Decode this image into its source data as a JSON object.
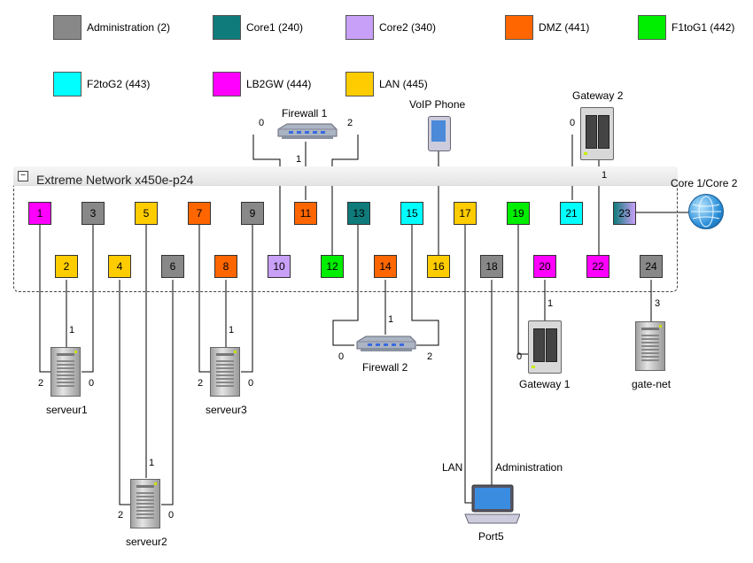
{
  "legend": [
    {
      "label": "Administration (2)",
      "color": "#888888"
    },
    {
      "label": "Core1 (240)",
      "color": "#0f7b7b"
    },
    {
      "label": "Core2 (340)",
      "color": "#c9a0f8"
    },
    {
      "label": "DMZ (441)",
      "color": "#ff6600"
    },
    {
      "label": "F1toG1 (442)",
      "color": "#00ee00"
    },
    {
      "label": "F2toG2 (443)",
      "color": "#00ffff"
    },
    {
      "label": "LB2GW (444)",
      "color": "#ff00ff"
    },
    {
      "label": "LAN (445)",
      "color": "#ffcc00"
    }
  ],
  "switch": {
    "title": "Extreme Network x450e-p24",
    "collapse_symbol": "−",
    "ports": [
      {
        "n": "1",
        "color": "#ff00ff"
      },
      {
        "n": "2",
        "color": "#ffcc00"
      },
      {
        "n": "3",
        "color": "#888888"
      },
      {
        "n": "4",
        "color": "#ffcc00"
      },
      {
        "n": "5",
        "color": "#ffcc00"
      },
      {
        "n": "6",
        "color": "#888888"
      },
      {
        "n": "7",
        "color": "#ff6600"
      },
      {
        "n": "8",
        "color": "#ff6600"
      },
      {
        "n": "9",
        "color": "#888888"
      },
      {
        "n": "10",
        "color": "#c9a0f8"
      },
      {
        "n": "11",
        "color": "#ff6600"
      },
      {
        "n": "12",
        "color": "#00ee00"
      },
      {
        "n": "13",
        "color": "#0f7b7b"
      },
      {
        "n": "14",
        "color": "#ff6600"
      },
      {
        "n": "15",
        "color": "#00ffff"
      },
      {
        "n": "16",
        "color": "#ffcc00"
      },
      {
        "n": "17",
        "color": "#ffcc00"
      },
      {
        "n": "18",
        "color": "#888888"
      },
      {
        "n": "19",
        "color": "#00ee00"
      },
      {
        "n": "20",
        "color": "#ff00ff"
      },
      {
        "n": "21",
        "color": "#00ffff"
      },
      {
        "n": "22",
        "color": "#ff00ff"
      },
      {
        "n": "23",
        "color": "#0f7b7b",
        "color2": "#c9a0f8"
      },
      {
        "n": "24",
        "color": "#888888"
      }
    ]
  },
  "devices": {
    "firewall1": {
      "label": "Firewall 1",
      "ports": [
        "0",
        "1",
        "2"
      ]
    },
    "firewall2": {
      "label": "Firewall 2",
      "ports": [
        "0",
        "1",
        "2"
      ]
    },
    "voip": {
      "label": "VoIP Phone"
    },
    "gateway2": {
      "label": "Gateway 2",
      "ports": [
        "0",
        "1"
      ]
    },
    "gateway1": {
      "label": "Gateway 1",
      "ports": [
        "0",
        "1"
      ]
    },
    "core": {
      "label": "Core 1/Core 2"
    },
    "serveur1": {
      "label": "serveur1",
      "ports": [
        "1",
        "2",
        "0"
      ]
    },
    "serveur2": {
      "label": "serveur2",
      "ports": [
        "1",
        "2",
        "0"
      ]
    },
    "serveur3": {
      "label": "serveur3",
      "ports": [
        "1",
        "2",
        "0"
      ]
    },
    "gatenet": {
      "label": "gate-net",
      "ports": [
        "3"
      ]
    },
    "port5": {
      "label": "Port5",
      "lan_label": "LAN",
      "admin_label": "Administration"
    }
  }
}
